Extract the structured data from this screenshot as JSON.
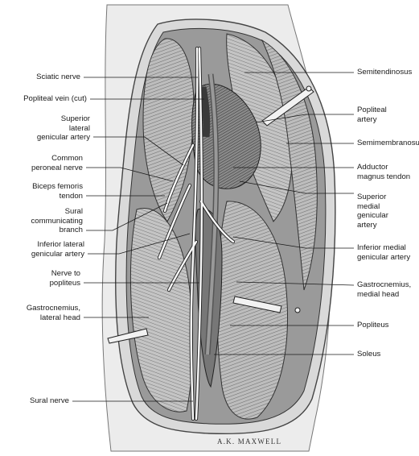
{
  "labels_left": [
    {
      "id": "sciatic-nerve",
      "lines": [
        "Sciatic nerve"
      ]
    },
    {
      "id": "popliteal-vein",
      "lines": [
        "Popliteal vein (cut)"
      ]
    },
    {
      "id": "superior-lateral-genicular-artery",
      "lines": [
        "Superior",
        "lateral",
        "genicular artery"
      ]
    },
    {
      "id": "common-peroneal-nerve",
      "lines": [
        "Common",
        "peroneal nerve"
      ]
    },
    {
      "id": "biceps-femoris-tendon",
      "lines": [
        "Biceps femoris",
        "tendon"
      ]
    },
    {
      "id": "sural-communicating-branch",
      "lines": [
        "Sural",
        "communicating",
        "branch"
      ]
    },
    {
      "id": "inferior-lateral-genicular-artery",
      "lines": [
        "Inferior lateral",
        "genicular artery"
      ]
    },
    {
      "id": "nerve-to-popliteus",
      "lines": [
        "Nerve to",
        "popliteus"
      ]
    },
    {
      "id": "gastrocnemius-lateral-head",
      "lines": [
        "Gastrocnemius,",
        "lateral head"
      ]
    },
    {
      "id": "sural-nerve",
      "lines": [
        "Sural nerve"
      ]
    }
  ],
  "labels_right": [
    {
      "id": "semitendinosus",
      "lines": [
        "Semitendinosus"
      ]
    },
    {
      "id": "popliteal-artery",
      "lines": [
        "Popliteal",
        "artery"
      ]
    },
    {
      "id": "semimembranosus",
      "lines": [
        "Semimembranosus"
      ]
    },
    {
      "id": "adductor-magnus-tendon",
      "lines": [
        "Adductor",
        "magnus tendon"
      ]
    },
    {
      "id": "superior-medial-genicular-artery",
      "lines": [
        "Superior",
        "medial",
        "genicular",
        "artery"
      ]
    },
    {
      "id": "inferior-medial-genicular-artery",
      "lines": [
        "Inferior medial",
        "genicular artery"
      ]
    },
    {
      "id": "gastrocnemius-medial-head",
      "lines": [
        "Gastrocnemius,",
        "medial head"
      ]
    },
    {
      "id": "popliteus",
      "lines": [
        "Popliteus"
      ]
    },
    {
      "id": "soleus",
      "lines": [
        "Soleus"
      ]
    }
  ],
  "signature": "A.K. MAXWELL",
  "colors": {
    "ink": "#1a1a1a",
    "skin": "#e9e9e9",
    "muscle": "#b9b9b9",
    "nerve": "#f7f7f7"
  }
}
